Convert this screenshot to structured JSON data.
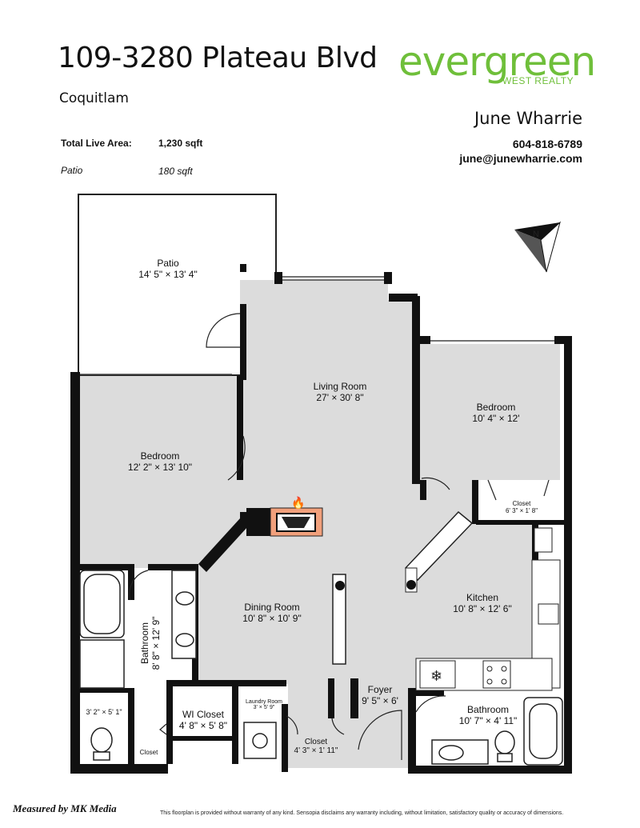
{
  "header": {
    "address": "109-3280 Plateau Blvd",
    "city": "Coquitlam",
    "total_live_area_label": "Total Live Area:",
    "total_live_area_value": "1,230 sqft",
    "patio_label": "Patio",
    "patio_value": "180 sqft"
  },
  "brand": {
    "logo_main": "evergreen",
    "logo_sub": "WEST REALTY",
    "color": "#6fbf3a"
  },
  "agent": {
    "name": "June Wharrie",
    "phone": "604-818-6789",
    "email": "june@junewharrie.com"
  },
  "compass": {
    "label": "N"
  },
  "rooms": {
    "patio": {
      "name": "Patio",
      "dims": "14' 5\" × 13' 4\""
    },
    "living": {
      "name": "Living Room",
      "dims": "27' × 30' 8\""
    },
    "bedroom1": {
      "name": "Bedroom",
      "dims": "12' 2\" × 13' 10\""
    },
    "bedroom2": {
      "name": "Bedroom",
      "dims": "10' 4\" × 12'"
    },
    "closet_bed2": {
      "name": "Closet",
      "dims": "6' 3\" × 1' 8\""
    },
    "dining": {
      "name": "Dining Room",
      "dims": "10' 8\" × 10' 9\""
    },
    "kitchen": {
      "name": "Kitchen",
      "dims": "10' 8\" × 12' 6\""
    },
    "bath1": {
      "name": "Bathroom",
      "dims": "8' 8\" × 12' 9\""
    },
    "shower_area": {
      "dims": "3' 2\" × 5' 1\""
    },
    "wi_closet": {
      "name": "WI Closet",
      "dims": "4' 8\" × 5' 8\""
    },
    "laundry": {
      "name": "Laundry Room",
      "dims": "3' × 5' 9\""
    },
    "closet_hall": {
      "name": "Closet",
      "dims": "4' 3\" × 1' 11\""
    },
    "closet_bath": {
      "name": "Closet"
    },
    "foyer": {
      "name": "Foyer",
      "dims": "9' 5\" × 6'"
    },
    "bath2": {
      "name": "Bathroom",
      "dims": "10' 7\" × 4' 11\""
    }
  },
  "footer": {
    "measured_by": "Measured by MK Media",
    "disclaimer": "This floorplan is provided without warranty of any kind. Sensopia disclaims any warranty including, without limitation, satisfactory quality or accuracy of dimensions."
  }
}
